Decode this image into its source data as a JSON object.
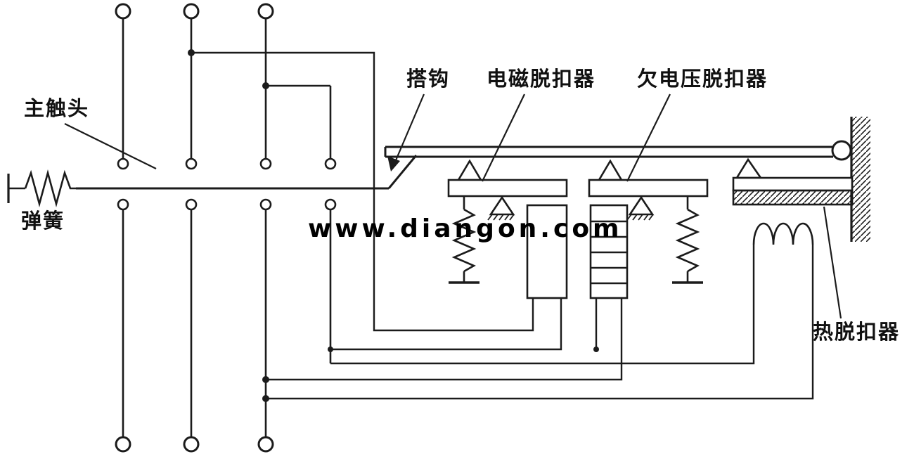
{
  "labels": {
    "main_contact": "主触头",
    "spring": "弹簧",
    "latch": "搭钩",
    "electromagnetic_release": "电磁脱扣器",
    "undervoltage_release": "欠电压脱扣器",
    "thermal_release": "热脱扣器"
  },
  "watermark": "www.diangon.com",
  "colors": {
    "line": "#1b1b1b",
    "background": "#ffffff"
  }
}
